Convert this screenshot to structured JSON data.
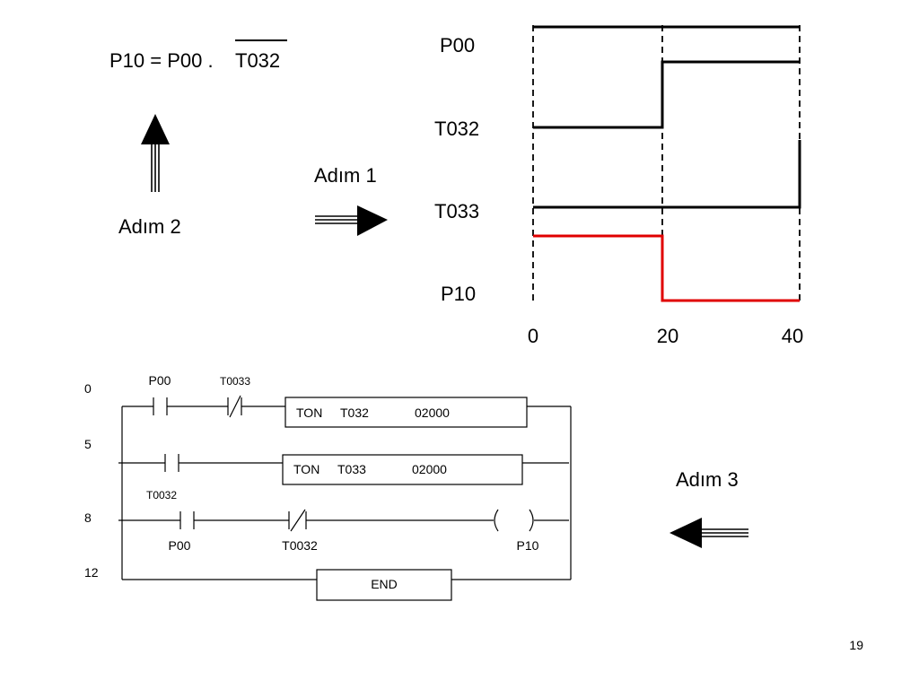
{
  "equation": {
    "lhs": "P10 = P00 . ",
    "negated_operand": "T032"
  },
  "steps": {
    "step1": "Adım 1",
    "step2": "Adım 2",
    "step3": "Adım 3"
  },
  "timing": {
    "signals": [
      {
        "name": "P00"
      },
      {
        "name": "T032"
      },
      {
        "name": "T033"
      },
      {
        "name": "P10"
      }
    ],
    "time_ticks": [
      "0",
      "20",
      "40"
    ],
    "highlight_color": "#e00000"
  },
  "ladder": {
    "rungs": [
      {
        "address": "0"
      },
      {
        "address": "5"
      },
      {
        "address": "8"
      },
      {
        "address": "12"
      }
    ],
    "rung0": {
      "contact1_label": "P00",
      "contact2_label": "T0033",
      "box_instr": "TON",
      "box_timer": "T032",
      "box_value": "02000"
    },
    "rung5": {
      "box_instr": "TON",
      "box_timer": "T033",
      "box_value": "02000"
    },
    "rung8": {
      "contact1_top_label": "T0032",
      "contact1_label": "P00",
      "contact2_label": "T0032",
      "coil_label": "P10"
    },
    "rung12": {
      "end_label": "END"
    }
  },
  "page_number": "19"
}
